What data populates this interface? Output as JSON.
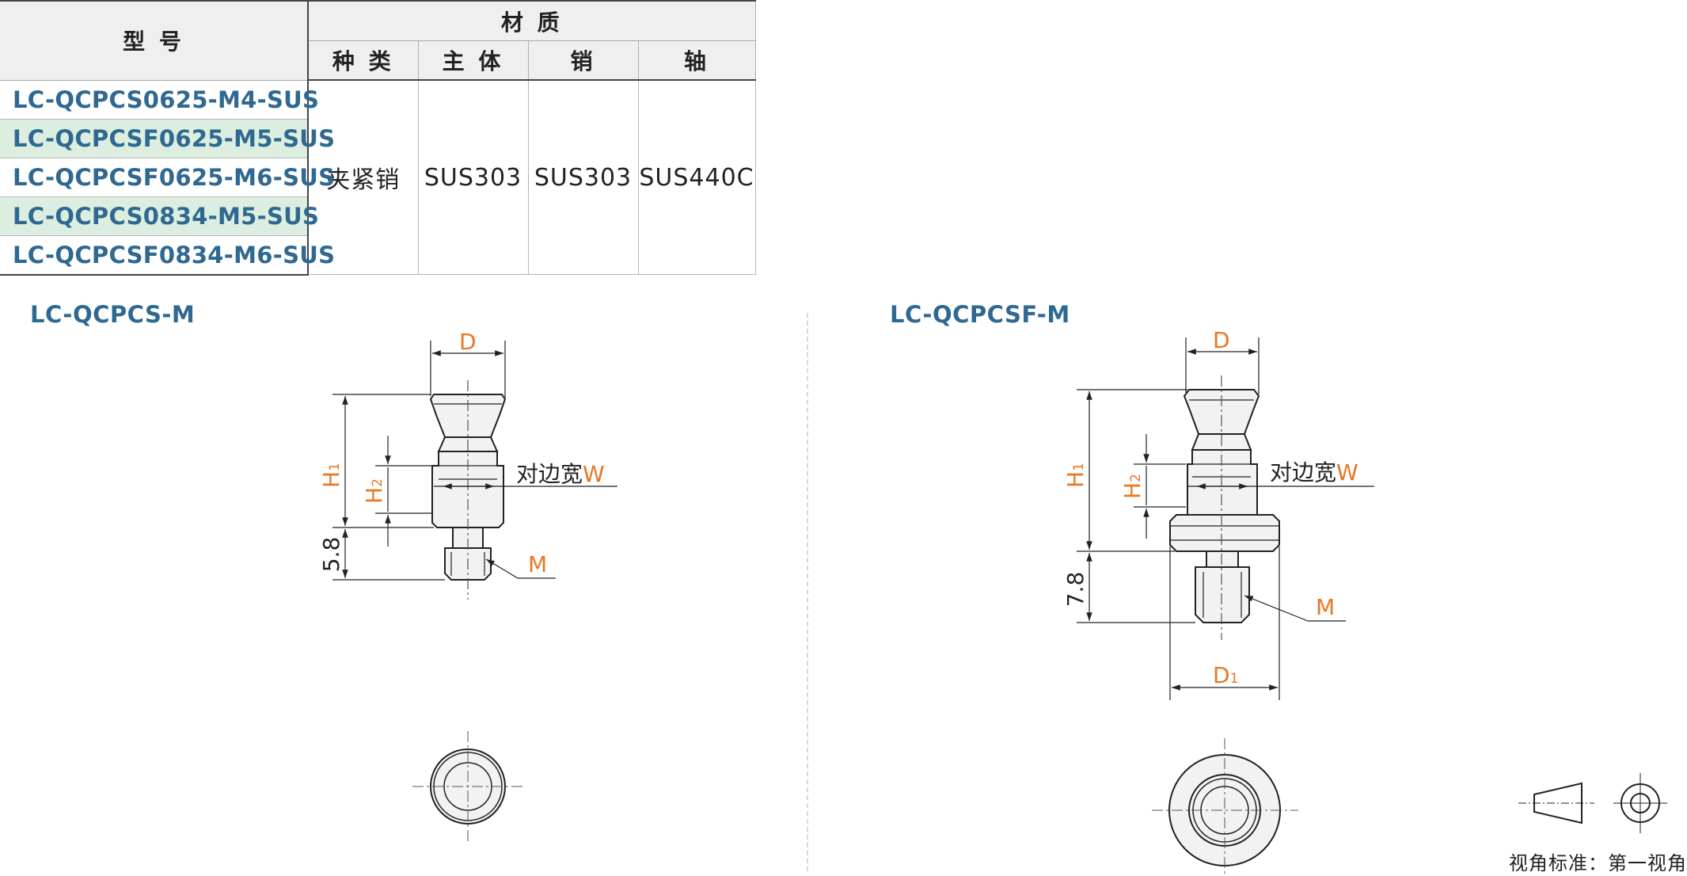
{
  "table": {
    "header_model": "型 号",
    "header_material": "材 质",
    "header_type": "种 类",
    "header_body": "主 体",
    "header_pin": "销",
    "header_shaft": "轴",
    "models": [
      "LC-QCPCS0625-M4-SUS",
      "LC-QCPCSF0625-M5-SUS",
      "LC-QCPCSF0625-M6-SUS",
      "LC-QCPCS0834-M5-SUS",
      "LC-QCPCSF0834-M6-SUS"
    ],
    "type_value": "夹紧销",
    "body_value": "SUS303",
    "pin_value": "SUS303",
    "shaft_value": "SUS440C",
    "alt_row_color": "#dbeedf",
    "model_color": "#2f6891"
  },
  "drawings": {
    "left": {
      "title": "LC-QCPCS-M",
      "dim_d": "D",
      "dim_h1": "H",
      "dim_h1_sub": "1",
      "dim_h2": "H",
      "dim_h2_sub": "2",
      "flat_width_label": "对边宽",
      "flat_width_var": "W",
      "thread_label": "M",
      "bottom_length": "5.8"
    },
    "right": {
      "title": "LC-QCPCSF-M",
      "dim_d": "D",
      "dim_h1": "H",
      "dim_h1_sub": "1",
      "dim_h2": "H",
      "dim_h2_sub": "2",
      "flat_width_label": "对边宽",
      "flat_width_var": "W",
      "thread_label": "M",
      "bottom_length": "7.8",
      "dim_d1": "D",
      "dim_d1_sub": "1"
    },
    "dim_color": "#e87722"
  },
  "projection": {
    "label": "视角标准：第一视角"
  }
}
